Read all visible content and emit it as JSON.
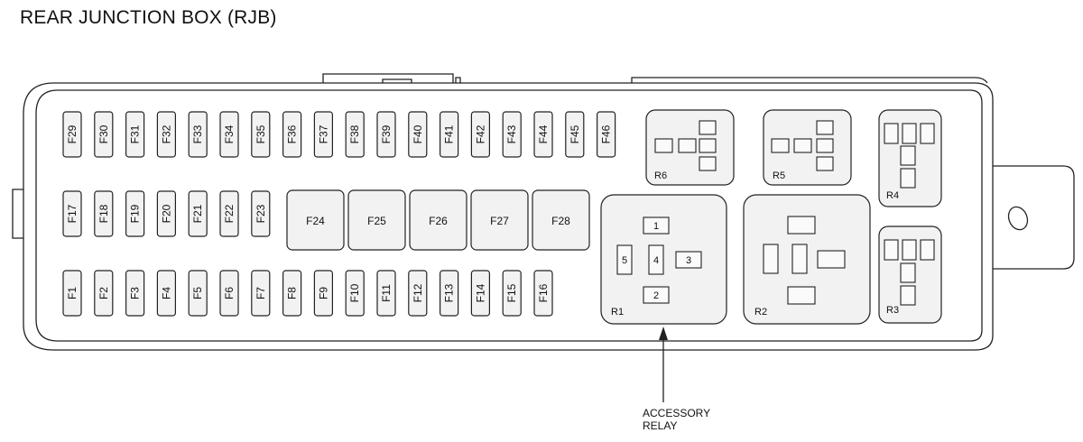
{
  "title": "REAR JUNCTION BOX (RJB)",
  "callout": {
    "line1": "ACCESSORY",
    "line2": "RELAY"
  },
  "fuses_top": [
    "F29",
    "F30",
    "F31",
    "F32",
    "F33",
    "F34",
    "F35",
    "F36",
    "F37",
    "F38",
    "F39",
    "F40",
    "F41",
    "F42",
    "F43",
    "F44",
    "F45",
    "F46"
  ],
  "fuses_middle_small": [
    "F17",
    "F18",
    "F19",
    "F20",
    "F21",
    "F22",
    "F23"
  ],
  "fuses_middle_large": [
    "F24",
    "F25",
    "F26",
    "F27",
    "F28"
  ],
  "fuses_bottom": [
    "F1",
    "F2",
    "F3",
    "F4",
    "F5",
    "F6",
    "F7",
    "F8",
    "F9",
    "F10",
    "F11",
    "F12",
    "F13",
    "F14",
    "F15",
    "F16"
  ],
  "relays": {
    "r1": {
      "label": "R1",
      "pins": [
        "1",
        "2",
        "3",
        "5",
        "4"
      ]
    },
    "r2": {
      "label": "R2"
    },
    "r3": {
      "label": "R3"
    },
    "r4": {
      "label": "R4"
    },
    "r5": {
      "label": "R5"
    },
    "r6": {
      "label": "R6"
    }
  },
  "colors": {
    "line": "#222222",
    "fill": "#f2f2f2",
    "background": "#ffffff"
  }
}
